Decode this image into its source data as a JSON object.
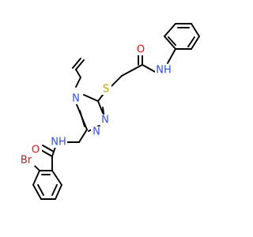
{
  "molecule": {
    "atoms": {
      "o_top": {
        "symbol": "O",
        "color": "#ff0d0d"
      },
      "nh_top": {
        "symbol": "NH",
        "color": "#3050f8"
      },
      "s": {
        "symbol": "S",
        "color": "#c8a000"
      },
      "n4": {
        "symbol": "N",
        "color": "#3050f8"
      },
      "n1": {
        "symbol": "N",
        "color": "#3050f8"
      },
      "n2": {
        "symbol": "N",
        "color": "#3050f8"
      },
      "nh_amide": {
        "symbol": "NH",
        "color": "#3050f8"
      },
      "o_amide": {
        "symbol": "O",
        "color": "#ff0d0d"
      },
      "br": {
        "symbol": "Br",
        "color": "#a62929"
      }
    },
    "bond_color": "#000000",
    "background": "#ffffff"
  }
}
